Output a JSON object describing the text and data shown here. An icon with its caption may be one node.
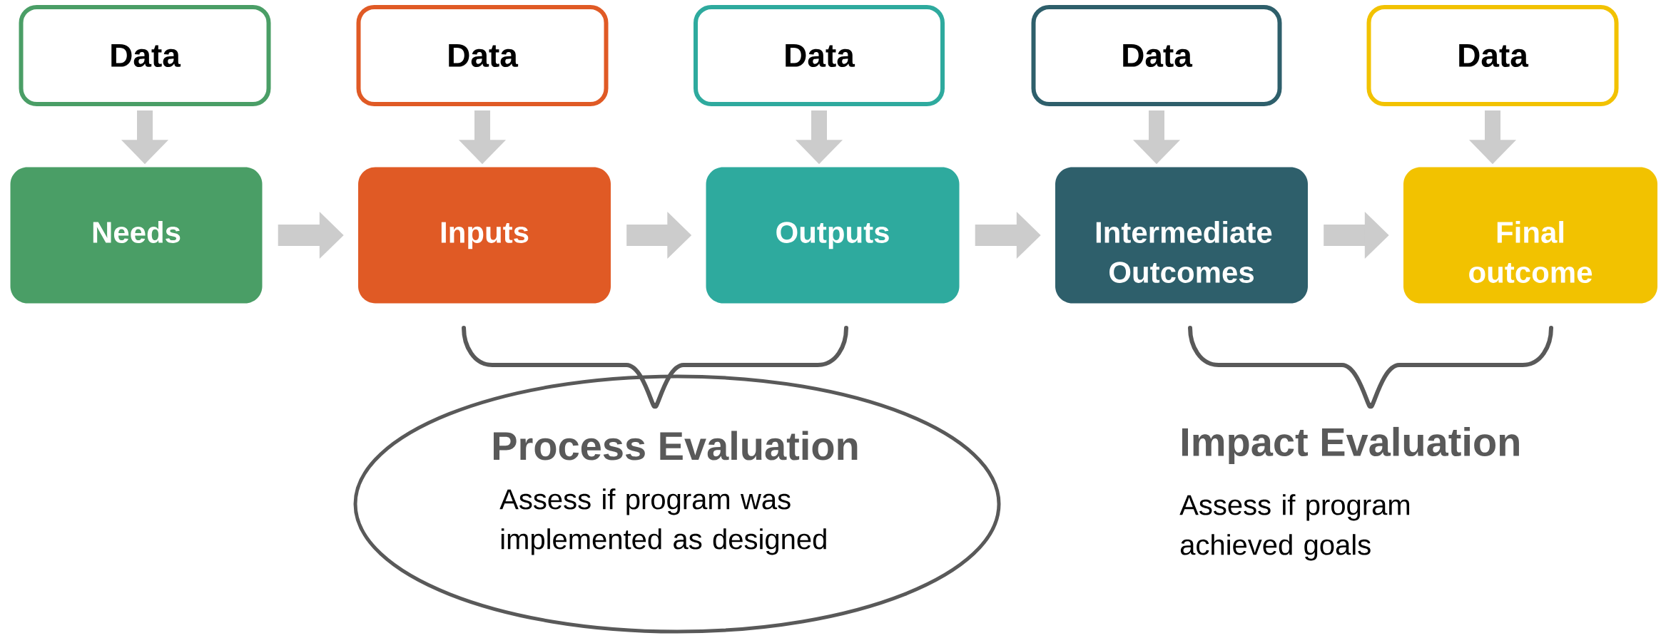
{
  "diagram": {
    "nodes": [
      {
        "text": [
          "Data"
        ]
      },
      {
        "text": [
          "Data"
        ]
      },
      {
        "text": [
          "Data"
        ]
      },
      {
        "text": [
          "Data"
        ]
      },
      {
        "text": [
          "Data"
        ]
      },
      {
        "text": [
          "Needs"
        ]
      },
      {
        "text": [
          "Inputs"
        ]
      },
      {
        "text": [
          "Outputs"
        ]
      },
      {
        "text": [
          "Intermediate Outcomes"
        ]
      },
      {
        "text": [
          "Final outcome"
        ]
      },
      {
        "text": [
          "Process Evaluation",
          "Assess if program was implemented as designed"
        ]
      }
    ],
    "edges": [
      {
        "from": 0,
        "to": 5,
        "arrow": "to"
      },
      {
        "from": 1,
        "to": 6,
        "arrow": "to"
      },
      {
        "from": 2,
        "to": 7,
        "arrow": "to"
      },
      {
        "from": 3,
        "to": 8,
        "arrow": "to"
      },
      {
        "from": 4,
        "to": 9,
        "arrow": "to"
      },
      {
        "from": 5,
        "to": 6,
        "arrow": "to"
      },
      {
        "from": 6,
        "to": 7,
        "arrow": "to"
      },
      {
        "from": 7,
        "to": 8,
        "arrow": "to"
      },
      {
        "from": 8,
        "to": 9,
        "arrow": "to"
      }
    ],
    "labels": [
      "Impact Evaluation",
      "Assess if program achieved goals"
    ]
  }
}
